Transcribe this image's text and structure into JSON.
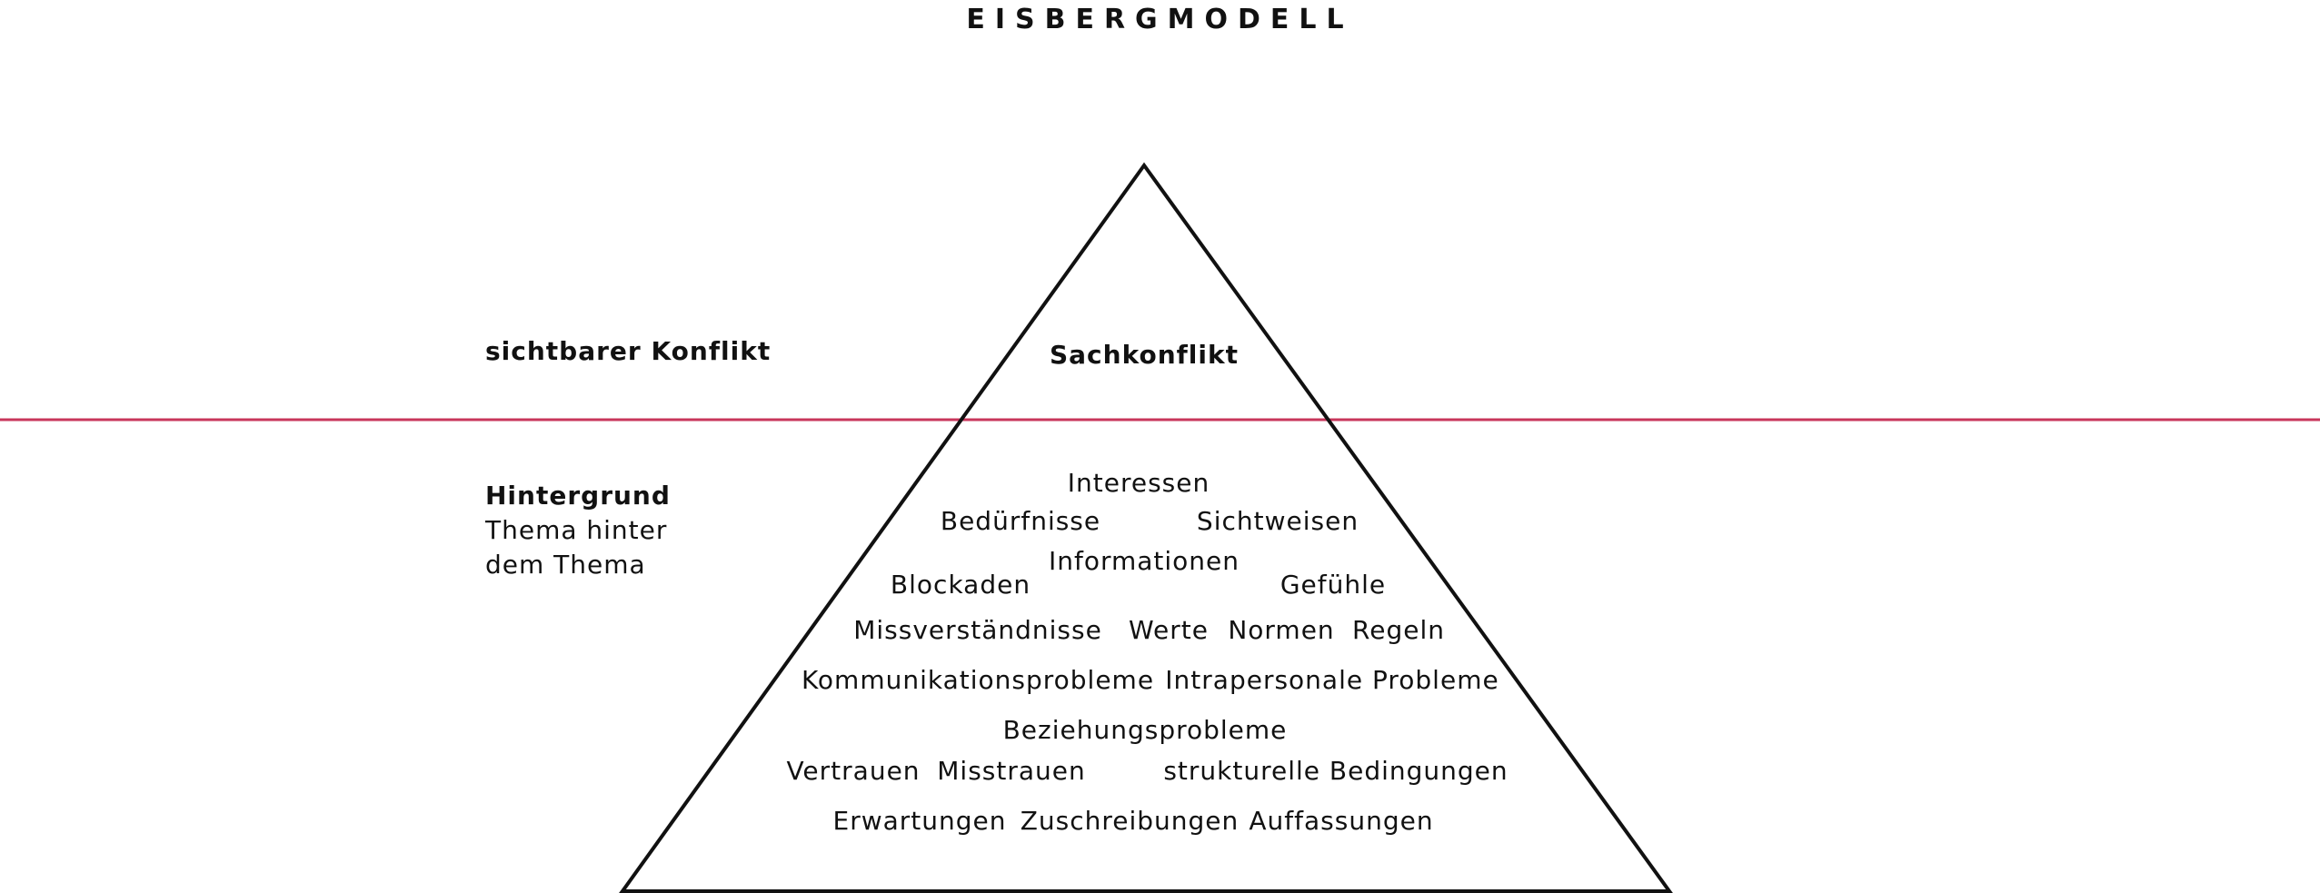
{
  "title": "EISBERGMODELL",
  "colors": {
    "waterline": "#c8365b",
    "stroke": "#111111"
  },
  "left_labels": {
    "visible": "sichtbarer Konflikt",
    "background_heading": "Hintergrund",
    "background_line1": "Thema hinter",
    "background_line2": "dem Thema"
  },
  "above_waterline": {
    "main": "Sachkonflikt"
  },
  "below_waterline": {
    "interessen": "Interessen",
    "beduerfnisse": "Bedürfnisse",
    "sichtweisen": "Sichtweisen",
    "informationen": "Informationen",
    "blockaden": "Blockaden",
    "gefuehle": "Gefühle",
    "missverstaendnisse": "Missverständnisse",
    "werte": "Werte",
    "normen": "Normen",
    "regeln": "Regeln",
    "kommunikationsprobleme": "Kommunikationsprobleme",
    "intrapersonale_probleme": "Intrapersonale Probleme",
    "beziehungsprobleme": "Beziehungsprobleme",
    "vertrauen": "Vertrauen",
    "misstrauen": "Misstrauen",
    "strukturelle_bedingungen": "strukturelle Bedingungen",
    "erwartungen": "Erwartungen",
    "zuschreibungen": "Zuschreibungen",
    "auffassungen": "Auffassungen"
  }
}
